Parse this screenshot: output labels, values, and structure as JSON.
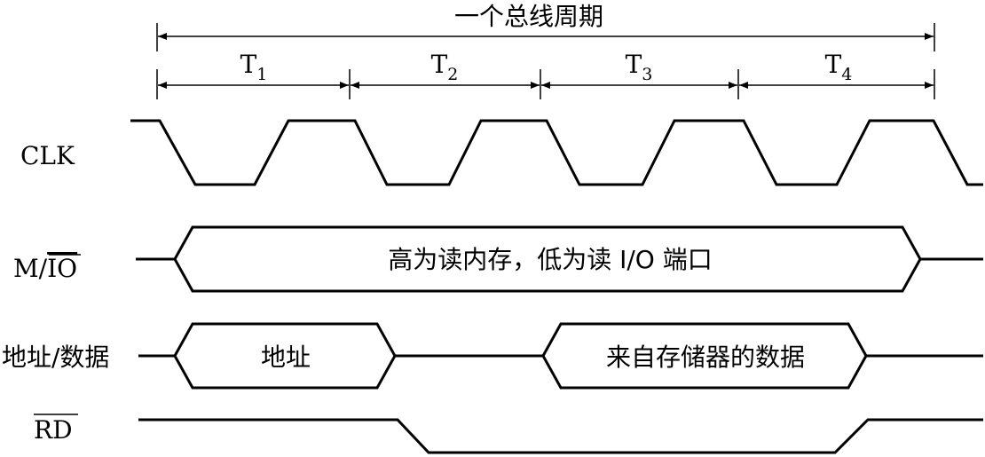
{
  "title": "一个总线周期",
  "periods": [
    {
      "main": "T",
      "sub": "1"
    },
    {
      "main": "T",
      "sub": "2"
    },
    {
      "main": "T",
      "sub": "3"
    },
    {
      "main": "T",
      "sub": "4"
    }
  ],
  "signals": {
    "clk": {
      "label": "CLK"
    },
    "mio": {
      "label_prefix": "M/",
      "label_overline": "IO",
      "content": "高为读内存，低为读 I/O 端口"
    },
    "bus": {
      "label": "地址/数据",
      "address": "地址",
      "data": "来自存储器的数据"
    },
    "rd": {
      "label_overline": "RD"
    }
  }
}
